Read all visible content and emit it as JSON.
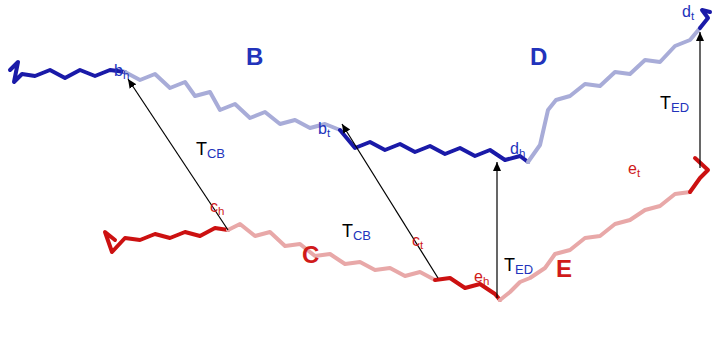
{
  "diagram": {
    "labels": [
      "B",
      "bh",
      "bt",
      "D",
      "dh",
      "dt",
      "TCB",
      "TCB",
      "TED",
      "TED",
      "ch",
      "ct",
      "C",
      "eh",
      "E",
      "et"
    ]
  }
}
